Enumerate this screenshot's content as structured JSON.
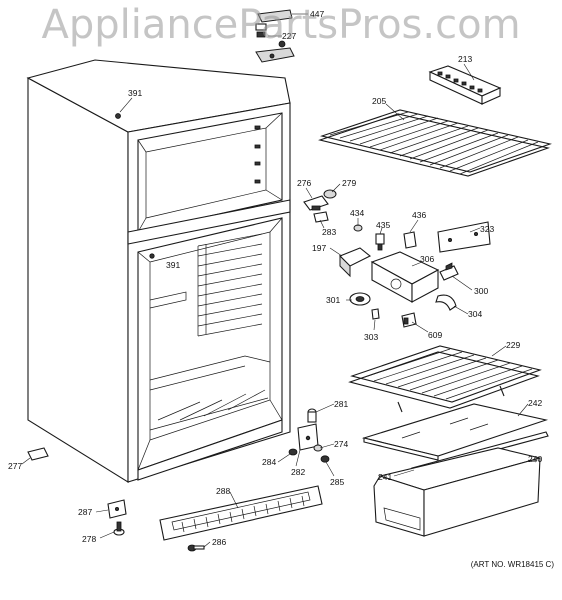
{
  "watermark": "AppliancePartsPros.com",
  "art_number": "(ART NO. WR18415 C)",
  "parts": {
    "p447": "447",
    "p227": "227",
    "p213": "213",
    "p205": "205",
    "p391a": "391",
    "p391b": "391",
    "p276": "276",
    "p279": "279",
    "p283": "283",
    "p434": "434",
    "p435": "435",
    "p436": "436",
    "p323": "323",
    "p197": "197",
    "p306": "306",
    "p300": "300",
    "p301": "301",
    "p304": "304",
    "p303": "303",
    "p609": "609",
    "p229": "229",
    "p242": "242",
    "p281": "281",
    "p274": "274",
    "p277": "277",
    "p284": "284",
    "p282": "282",
    "p285": "285",
    "p241": "241",
    "p240": "240",
    "p288": "288",
    "p287": "287",
    "p278": "278",
    "p286": "286"
  }
}
